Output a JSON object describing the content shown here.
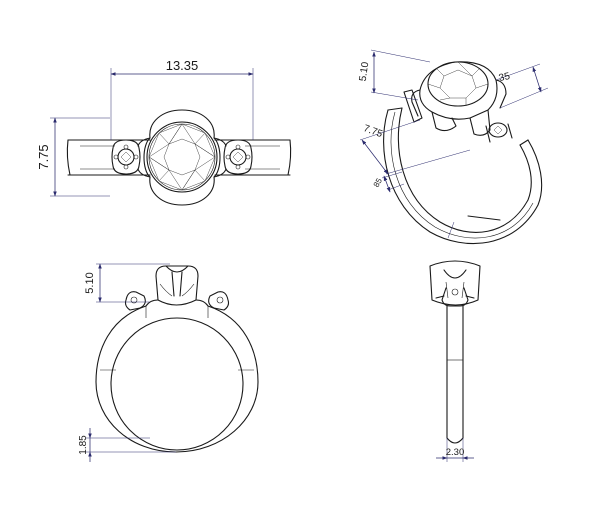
{
  "drawing": {
    "top_view": {
      "width_dim": "13.35",
      "height_dim": "7.75"
    },
    "iso_view": {
      "dim_a": "5.10",
      "dim_b": "35",
      "dim_c": "7.75",
      "dim_d": "85"
    },
    "front_view": {
      "head_height_dim": "5.10",
      "shank_thickness_dim": "1.85"
    },
    "side_view": {
      "shank_width_dim": "2.30"
    }
  }
}
